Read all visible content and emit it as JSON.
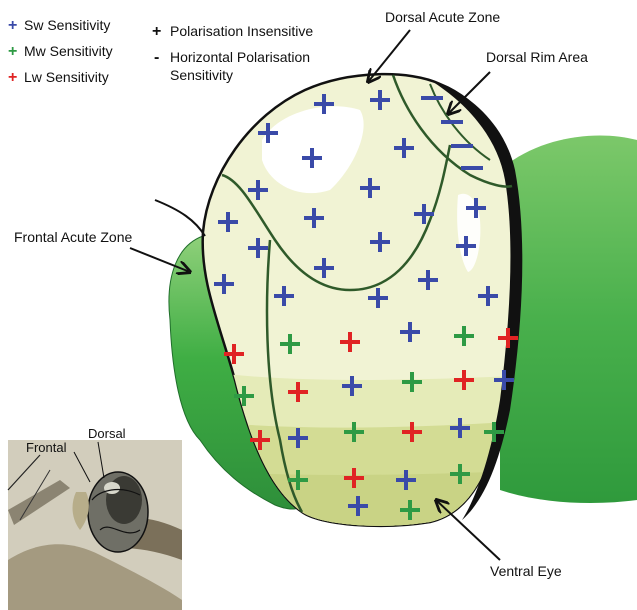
{
  "legend": {
    "items": [
      {
        "symbol": "+",
        "text": "Sw Sensitivity",
        "color": "#3a4aa8"
      },
      {
        "symbol": "+",
        "text": "Mw Sensitivity",
        "color": "#2e9a44"
      },
      {
        "symbol": "+",
        "text": "Lw Sensitivity",
        "color": "#e02323"
      }
    ],
    "polarisation": [
      {
        "symbol": "+",
        "text": "Polarisation Insensitive"
      },
      {
        "symbol": "-",
        "text": "Horizontal Polarisation",
        "text2": "Sensitivity"
      }
    ]
  },
  "labels": {
    "dorsal_acute_zone": "Dorsal Acute Zone",
    "dorsal_rim_area": "Dorsal Rim Area",
    "frontal_acute_zone": "Frontal Acute Zone",
    "ventral_eye": "Ventral Eye"
  },
  "inset": {
    "frontal": "Frontal",
    "dorsal": "Dorsal"
  },
  "colors": {
    "sw": "#3a4aa8",
    "mw": "#2e9a44",
    "lw": "#e02323",
    "outline": "#111111",
    "zone_line": "#2f5a2a",
    "eye_fill": "#f1f3d4",
    "ventral_fill": "#d9e2a2",
    "green_body": "#4fb34a"
  }
}
